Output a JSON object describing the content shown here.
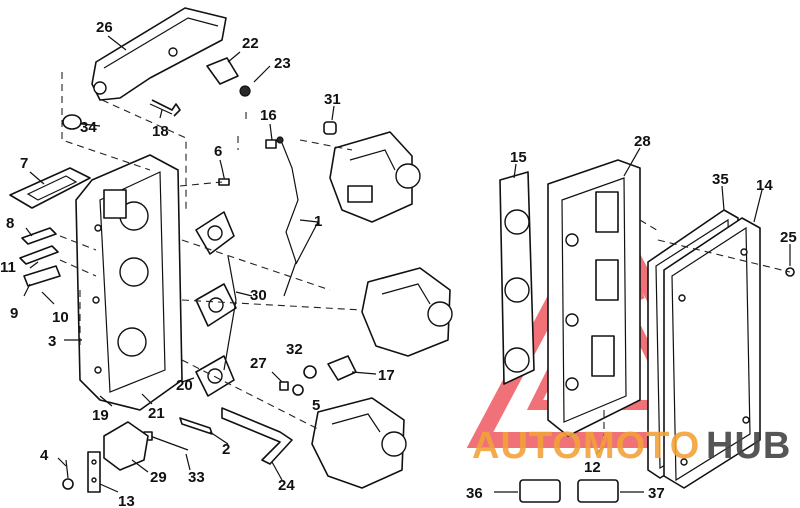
{
  "diagram": {
    "callouts": [
      {
        "id": "26",
        "label": "26"
      },
      {
        "id": "22",
        "label": "22"
      },
      {
        "id": "23",
        "label": "23"
      },
      {
        "id": "31",
        "label": "31"
      },
      {
        "id": "16",
        "label": "16"
      },
      {
        "id": "34",
        "label": "34"
      },
      {
        "id": "18",
        "label": "18"
      },
      {
        "id": "6",
        "label": "6"
      },
      {
        "id": "7",
        "label": "7"
      },
      {
        "id": "1",
        "label": "1"
      },
      {
        "id": "8",
        "label": "8"
      },
      {
        "id": "11",
        "label": "11"
      },
      {
        "id": "9",
        "label": "9"
      },
      {
        "id": "10",
        "label": "10"
      },
      {
        "id": "30",
        "label": "30"
      },
      {
        "id": "3",
        "label": "3"
      },
      {
        "id": "27",
        "label": "27"
      },
      {
        "id": "32",
        "label": "32"
      },
      {
        "id": "17",
        "label": "17"
      },
      {
        "id": "20",
        "label": "20"
      },
      {
        "id": "5",
        "label": "5"
      },
      {
        "id": "19",
        "label": "19"
      },
      {
        "id": "21",
        "label": "21"
      },
      {
        "id": "2",
        "label": "2"
      },
      {
        "id": "4",
        "label": "4"
      },
      {
        "id": "29",
        "label": "29"
      },
      {
        "id": "33",
        "label": "33"
      },
      {
        "id": "24",
        "label": "24"
      },
      {
        "id": "13",
        "label": "13"
      },
      {
        "id": "15",
        "label": "15"
      },
      {
        "id": "28",
        "label": "28"
      },
      {
        "id": "35",
        "label": "35"
      },
      {
        "id": "14",
        "label": "14"
      },
      {
        "id": "25",
        "label": "25"
      },
      {
        "id": "12",
        "label": "12"
      },
      {
        "id": "36",
        "label": "36"
      },
      {
        "id": "37",
        "label": "37"
      }
    ]
  },
  "watermark": {
    "brand_part1": "AUTOMOTO",
    "brand_part2": "HUB",
    "color_primary": "#e8222b",
    "color_secondary": "#f2a23a",
    "color_dark": "#444444"
  }
}
